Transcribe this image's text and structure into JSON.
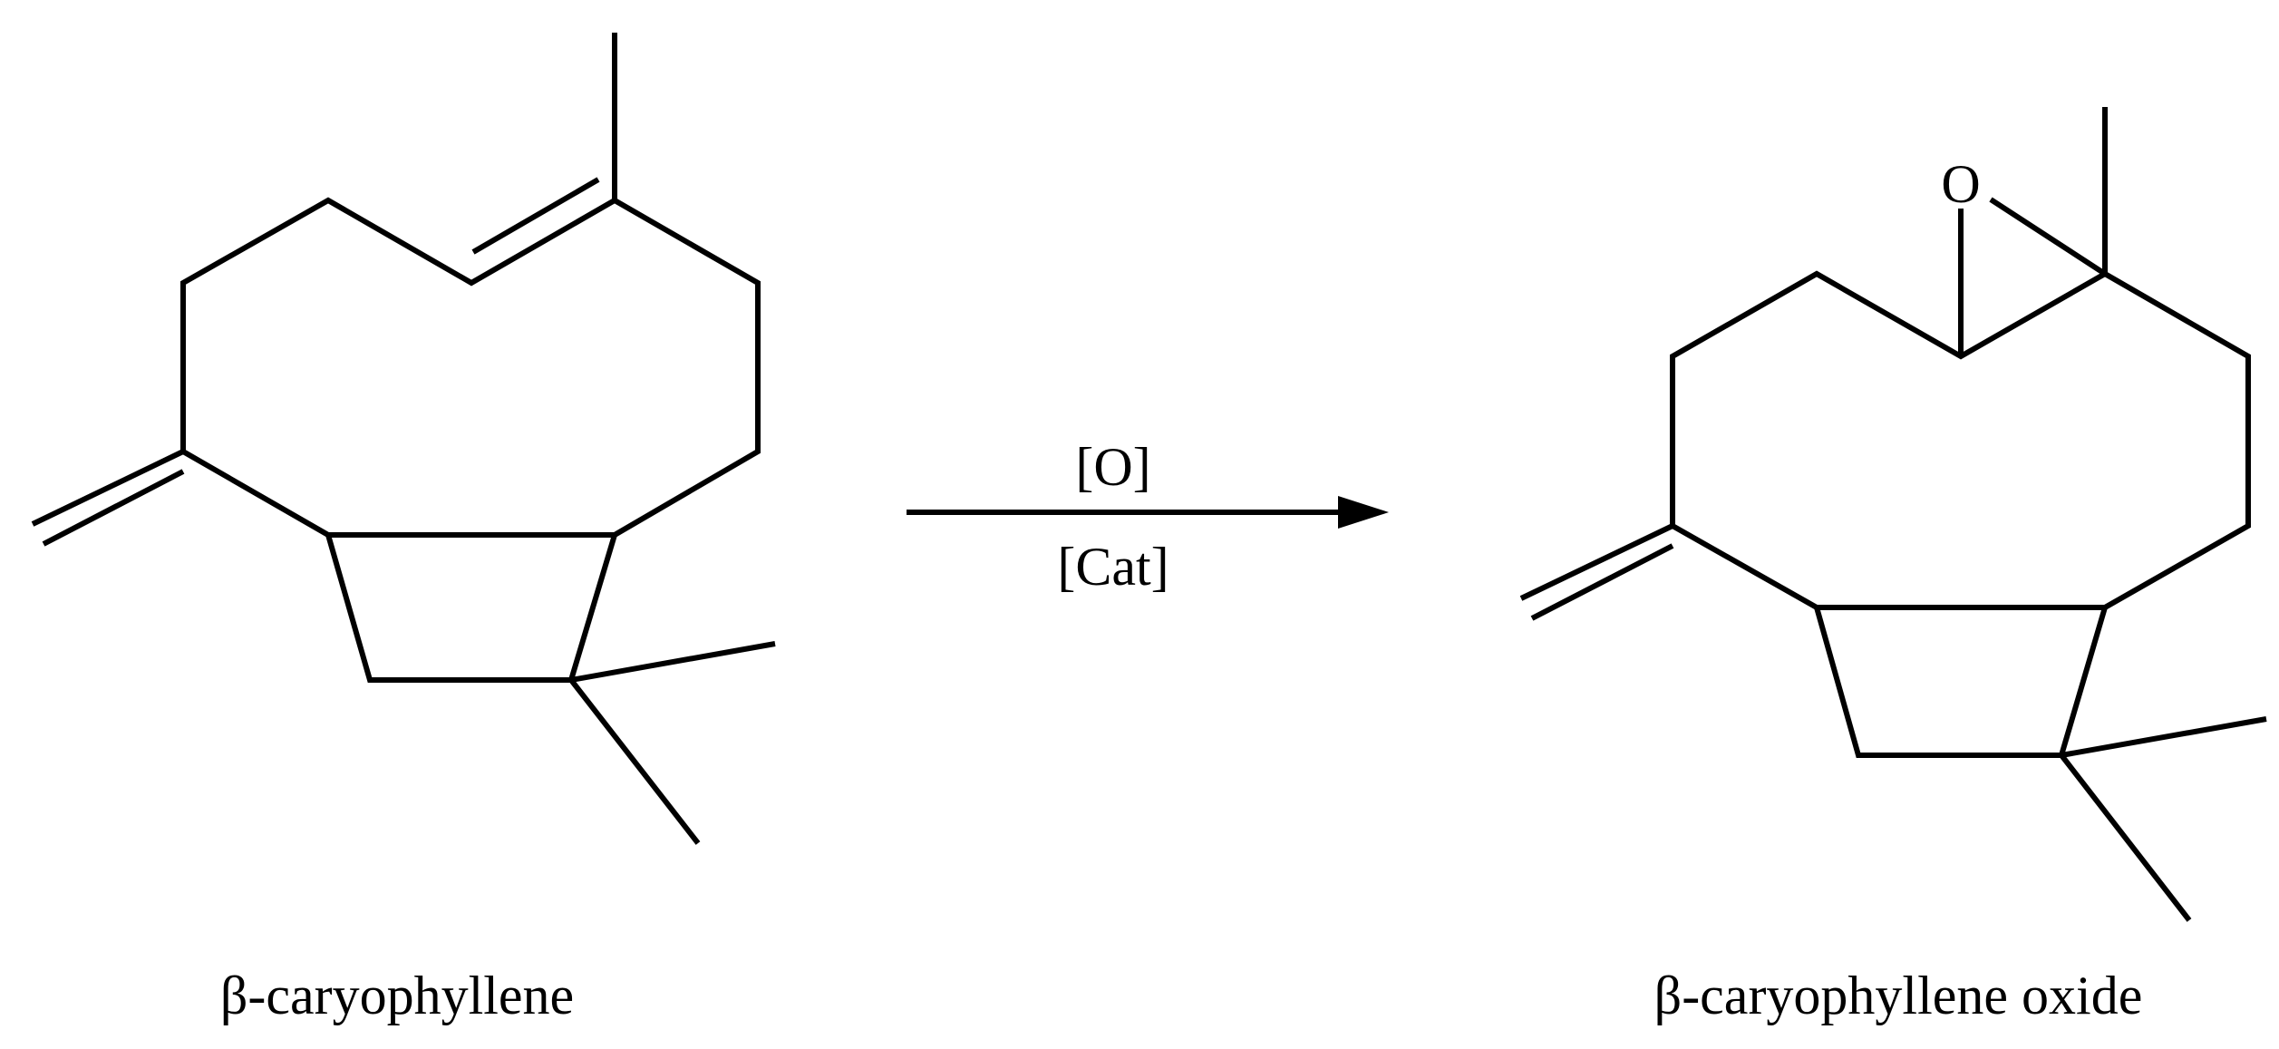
{
  "reaction": {
    "reactant": {
      "name": "β-caryophyllene"
    },
    "product": {
      "name": "β-caryophyllene oxide",
      "epoxide_atom": "O"
    },
    "conditions": {
      "above_arrow": "[O]",
      "below_arrow": "[Cat]"
    }
  }
}
